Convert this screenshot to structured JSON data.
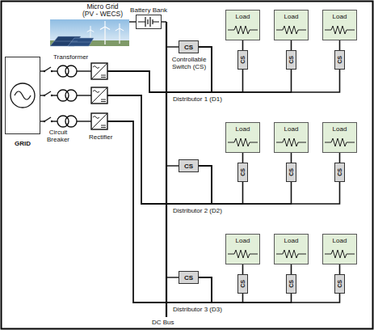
{
  "diagram": {
    "nodes": [
      {
        "text": [
          "Battery Bank"
        ]
      },
      {
        "text": [
          "CS"
        ]
      },
      {
        "text": [
          "Load"
        ]
      },
      {
        "text": [
          "Load"
        ]
      },
      {
        "text": [
          "Load"
        ]
      },
      {
        "text": [
          "CS"
        ]
      },
      {
        "text": [
          "CS"
        ]
      },
      {
        "text": [
          "CS"
        ]
      },
      {
        "text": [
          "GRID"
        ]
      },
      {
        "text": [
          "CS"
        ]
      },
      {
        "text": [
          "Load"
        ]
      },
      {
        "text": [
          "Load"
        ]
      },
      {
        "text": [
          "Load"
        ]
      },
      {
        "text": [
          "CS"
        ]
      },
      {
        "text": [
          "CS"
        ]
      },
      {
        "text": [
          "CS"
        ]
      },
      {
        "text": [
          "CS"
        ]
      },
      {
        "text": [
          "Load"
        ]
      },
      {
        "text": [
          "Load"
        ]
      },
      {
        "text": [
          "Load"
        ]
      },
      {
        "text": [
          "CS"
        ]
      },
      {
        "text": [
          "CS"
        ]
      },
      {
        "text": [
          "CS"
        ]
      }
    ],
    "edges": [
      {
        "from": 1,
        "to": 5,
        "arrow": "none"
      },
      {
        "from": 1,
        "to": 6,
        "arrow": "none"
      },
      {
        "from": 1,
        "to": 7,
        "arrow": "none"
      },
      {
        "from": 5,
        "to": 2,
        "arrow": "none"
      },
      {
        "from": 6,
        "to": 3,
        "arrow": "none"
      },
      {
        "from": 7,
        "to": 4,
        "arrow": "none"
      },
      {
        "from": 9,
        "to": 13,
        "arrow": "none"
      },
      {
        "from": 9,
        "to": 14,
        "arrow": "none"
      },
      {
        "from": 9,
        "to": 15,
        "arrow": "none"
      },
      {
        "from": 13,
        "to": 10,
        "arrow": "none"
      },
      {
        "from": 14,
        "to": 11,
        "arrow": "none"
      },
      {
        "from": 15,
        "to": 12,
        "arrow": "none"
      },
      {
        "from": 16,
        "to": 20,
        "arrow": "none"
      },
      {
        "from": 16,
        "to": 21,
        "arrow": "none"
      },
      {
        "from": 16,
        "to": 22,
        "arrow": "none"
      },
      {
        "from": 20,
        "to": 17,
        "arrow": "none"
      },
      {
        "from": 21,
        "to": 18,
        "arrow": "none"
      },
      {
        "from": 22,
        "to": 19,
        "arrow": "none"
      }
    ],
    "labels": [
      "Micro Grid (PV - WECS)",
      "Controllable Switch (CS)",
      "Distributor 1 (D1)",
      "Distributor 2 (D2)",
      "Distributor 3 (D3)",
      "Transformer",
      "Circuit Breaker",
      "Rectifier",
      "DC Bus"
    ]
  }
}
